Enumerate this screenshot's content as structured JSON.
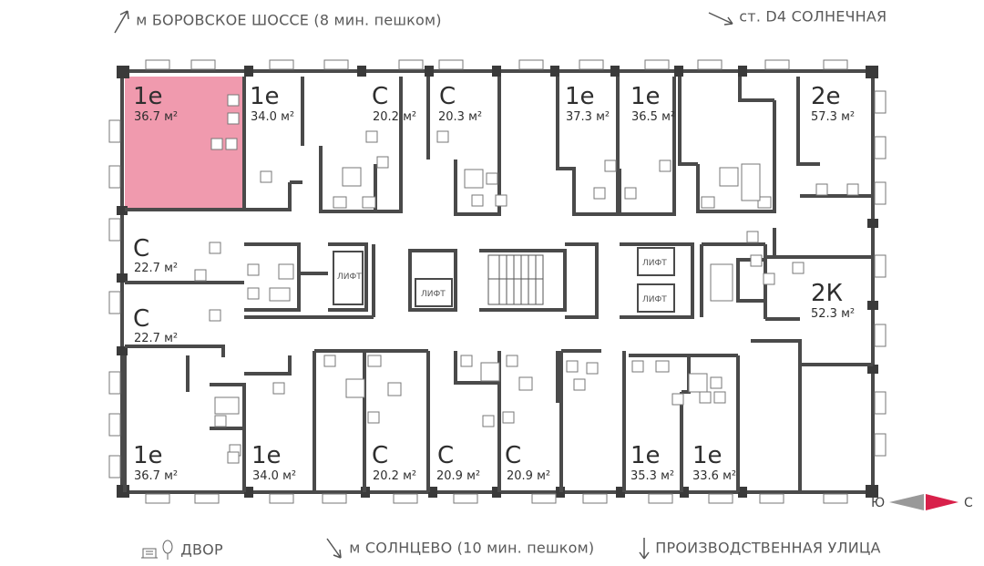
{
  "directions": {
    "top_left": "м БОРОВСКОЕ ШОССЕ (8 мин. пешком)",
    "top_right": "ст. D4 СОЛНЕЧНАЯ",
    "bottom_left": "ДВОР",
    "bottom_center": "м СОЛНЦЕВО (10 мин. пешком)",
    "bottom_right": "ПРОИЗВОДСТВЕННАЯ УЛИЦА"
  },
  "compass": {
    "south": "Ю",
    "north": "С"
  },
  "lift_label": "ЛИФТ",
  "highlight_color": "#f09aae",
  "units": [
    {
      "type": "1e",
      "area": "36.7 м²",
      "highlighted": true
    },
    {
      "type": "1e",
      "area": "34.0 м²"
    },
    {
      "type": "С",
      "area": "20.2 м²"
    },
    {
      "type": "С",
      "area": "20.3 м²"
    },
    {
      "type": "1e",
      "area": "37.3 м²"
    },
    {
      "type": "1e",
      "area": "36.5 м²"
    },
    {
      "type": "2e",
      "area": "57.3 м²"
    },
    {
      "type": "С",
      "area": "22.7 м²"
    },
    {
      "type": "С",
      "area": "22.7 м²"
    },
    {
      "type": "2К",
      "area": "52.3 м²"
    },
    {
      "type": "1e",
      "area": "36.7 м²"
    },
    {
      "type": "1e",
      "area": "34.0 м²"
    },
    {
      "type": "С",
      "area": "20.2 м²"
    },
    {
      "type": "С",
      "area": "20.9 м²"
    },
    {
      "type": "С",
      "area": "20.9 м²"
    },
    {
      "type": "1e",
      "area": "35.3 м²"
    },
    {
      "type": "1e",
      "area": "33.6 м²"
    }
  ]
}
